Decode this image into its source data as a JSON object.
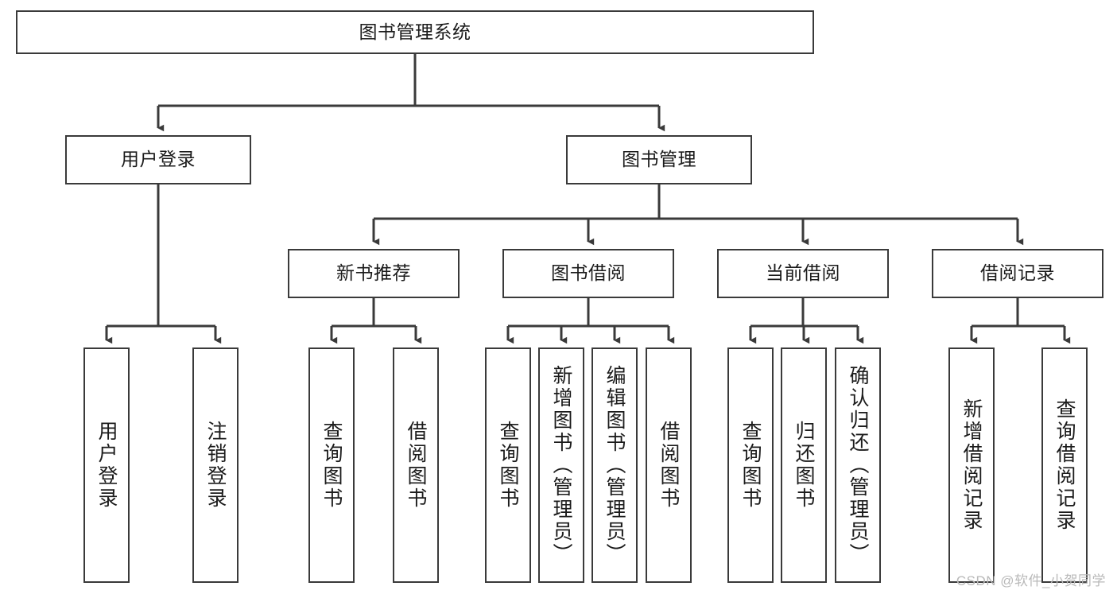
{
  "diagram": {
    "type": "tree-hierarchy-chart",
    "title": "图书管理系统",
    "root": {
      "id": "root",
      "label": "图书管理系统"
    },
    "level2": [
      {
        "id": "user-login",
        "label": "用户登录"
      },
      {
        "id": "book-manage",
        "label": "图书管理"
      }
    ],
    "level3": [
      {
        "id": "new-book-recommend",
        "label": "新书推荐"
      },
      {
        "id": "book-borrow",
        "label": "图书借阅"
      },
      {
        "id": "current-borrow",
        "label": "当前借阅"
      },
      {
        "id": "borrow-record",
        "label": "借阅记录"
      }
    ],
    "leaves": [
      {
        "id": "leaf-user-login",
        "label": "用户登录",
        "parent": "user-login"
      },
      {
        "id": "leaf-logout-login",
        "label": "注销登录",
        "parent": "user-login"
      },
      {
        "id": "leaf-query-book-1",
        "label": "查询图书",
        "parent": "new-book-recommend"
      },
      {
        "id": "leaf-borrow-book-1",
        "label": "借阅图书",
        "parent": "new-book-recommend"
      },
      {
        "id": "leaf-query-book-2",
        "label": "查询图书",
        "parent": "book-borrow"
      },
      {
        "id": "leaf-add-book",
        "label": "新增图书（管理员）",
        "parent": "book-borrow"
      },
      {
        "id": "leaf-edit-book",
        "label": "编辑图书（管理员）",
        "parent": "book-borrow"
      },
      {
        "id": "leaf-borrow-book-2",
        "label": "借阅图书",
        "parent": "book-borrow"
      },
      {
        "id": "leaf-query-book-3",
        "label": "查询图书",
        "parent": "current-borrow"
      },
      {
        "id": "leaf-return-book",
        "label": "归还图书",
        "parent": "current-borrow"
      },
      {
        "id": "leaf-confirm-return",
        "label": "确认归还（管理员）",
        "parent": "current-borrow"
      },
      {
        "id": "leaf-add-record",
        "label": "新增借阅记录",
        "parent": "borrow-record"
      },
      {
        "id": "leaf-query-record",
        "label": "查询借阅记录",
        "parent": "borrow-record"
      }
    ],
    "colors": {
      "stroke": "#3a3a3a",
      "fill": "#ffffff",
      "text": "#1b1b1b",
      "watermark": "#b9b9b9"
    }
  },
  "watermark": {
    "text": "CSDN @软件_小贺同学"
  }
}
